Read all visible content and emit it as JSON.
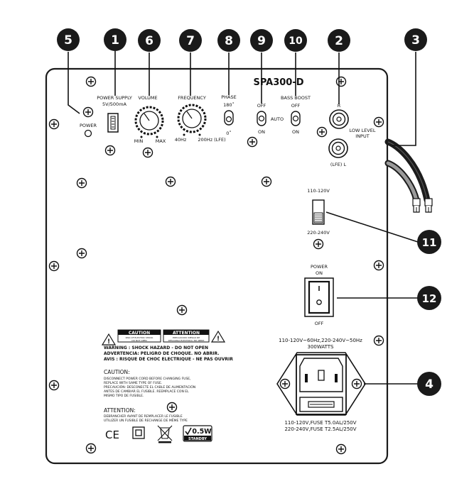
{
  "model": "SPA300-D",
  "callouts": [
    "1",
    "2",
    "3",
    "4",
    "5",
    "6",
    "7",
    "8",
    "9",
    "10",
    "11",
    "12"
  ],
  "labels": {
    "power_supply": "POWER SUPPLY",
    "power_supply_spec": "5V/500mA",
    "volume": "VOLUME",
    "volume_min": "MIN",
    "volume_max": "MAX",
    "frequency": "FREQUENCY",
    "freq_min": "40Hz",
    "freq_max": "200Hz (LFE)",
    "phase": "PHASE",
    "phase_180": "180˚",
    "phase_0": "0˚",
    "auto_off": "OFF",
    "auto": "AUTO",
    "auto_on": "ON",
    "bass_boost": "BASS BOOST",
    "bass_off": "OFF",
    "bass_on": "ON",
    "input_r": "R",
    "input_l": "(LFE) L",
    "low_level_input_1": "LOW LEVEL",
    "low_level_input_2": "INPUT",
    "power_led": "POWER",
    "voltage_110": "110-120V",
    "voltage_220": "220-240V",
    "power_switch_title_1": "POWER",
    "power_switch_title_2": "ON",
    "power_switch_off": "OFF",
    "rating_1": "110-120V~60Hz,220-240V~50Hz",
    "rating_2": "300WATTS",
    "fuse_1": "110-120V,FUSE T5.0AL/250V",
    "fuse_2": "220-240V,FUSE T2.5AL/250V"
  },
  "warning": {
    "caution_header": "CAUTION",
    "caution_sub_1": "RISK OF ELECTRIC SHOCK",
    "caution_sub_2": "DO NOT OPEN",
    "attention_header": "ATTENTION",
    "attention_sub_1": "PRECAUCION: RIESGO DE",
    "attention_sub_2": "DESCARGA ELECTRICA: NO ABRIR",
    "line1": "WARNING : SHOCK HAZARD - DO NOT OPEN",
    "line2": "ADVERTENCIA: PELIGRO DE CHOQUE. NO ABRIR.",
    "line3": "AVIS : RISQUE DE CHOC ELECTRIQUE - NE PAS OUVRIR",
    "caution_title": "CAUTION:",
    "caution_text_1": "DISCONNECT POWER CORD BEFORE CHANGING FUSE,",
    "caution_text_2": "REPLACE WITH SAME TYPE OF FUSE.",
    "caution_text_3": "PRECAUCIÓN: DESCONECTE EL CABLE DE ALIMENTACIÓN",
    "caution_text_4": "ANTES DE CAMBIAR EL FUSIBLE. REEMPLACE CON EL",
    "caution_text_5": "MISMO TIPO DE FUSIBLE.",
    "attention_title": "ATTENTION:",
    "attention_text_1": "DEBRANCHER AVANT DE REMPLACER LE FUSIBLE",
    "attention_text_2": "UTILIZER UN FUSIBLE DE RECHANGE DE MÊME TYPE",
    "ce": "CE",
    "standby_value": "0.5W",
    "standby_label": "STANDBY"
  },
  "colors": {
    "callout": "#1a1a1a",
    "panel_border": "#1a1a1a",
    "cable_black": "#1c1c1c",
    "cable_grey": "#8a8a8a"
  }
}
